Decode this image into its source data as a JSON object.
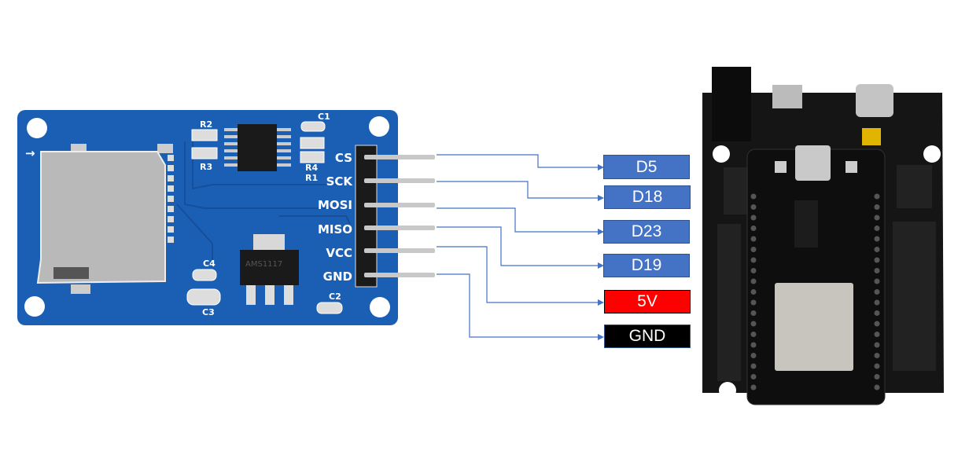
{
  "sd_module": {
    "pin_labels": [
      "CS",
      "SCK",
      "MOSI",
      "MISO",
      "VCC",
      "GND"
    ],
    "components": [
      "R2",
      "R3",
      "R4",
      "R1",
      "C1",
      "C2",
      "C3",
      "C4"
    ],
    "regulator_text": "AMS1117",
    "board_color": "#1b5fb5"
  },
  "esp32_board": {
    "board_color": "#151515"
  },
  "connections": [
    {
      "from": "CS",
      "to": "D5",
      "color": "#4472c4"
    },
    {
      "from": "SCK",
      "to": "D18",
      "color": "#4472c4"
    },
    {
      "from": "MOSI",
      "to": "D23",
      "color": "#4472c4"
    },
    {
      "from": "MISO",
      "to": "D19",
      "color": "#4472c4"
    },
    {
      "from": "VCC",
      "to": "5V",
      "color": "#ff0000"
    },
    {
      "from": "GND",
      "to": "GND",
      "color": "#000000"
    }
  ],
  "line_color": "#4472c4"
}
